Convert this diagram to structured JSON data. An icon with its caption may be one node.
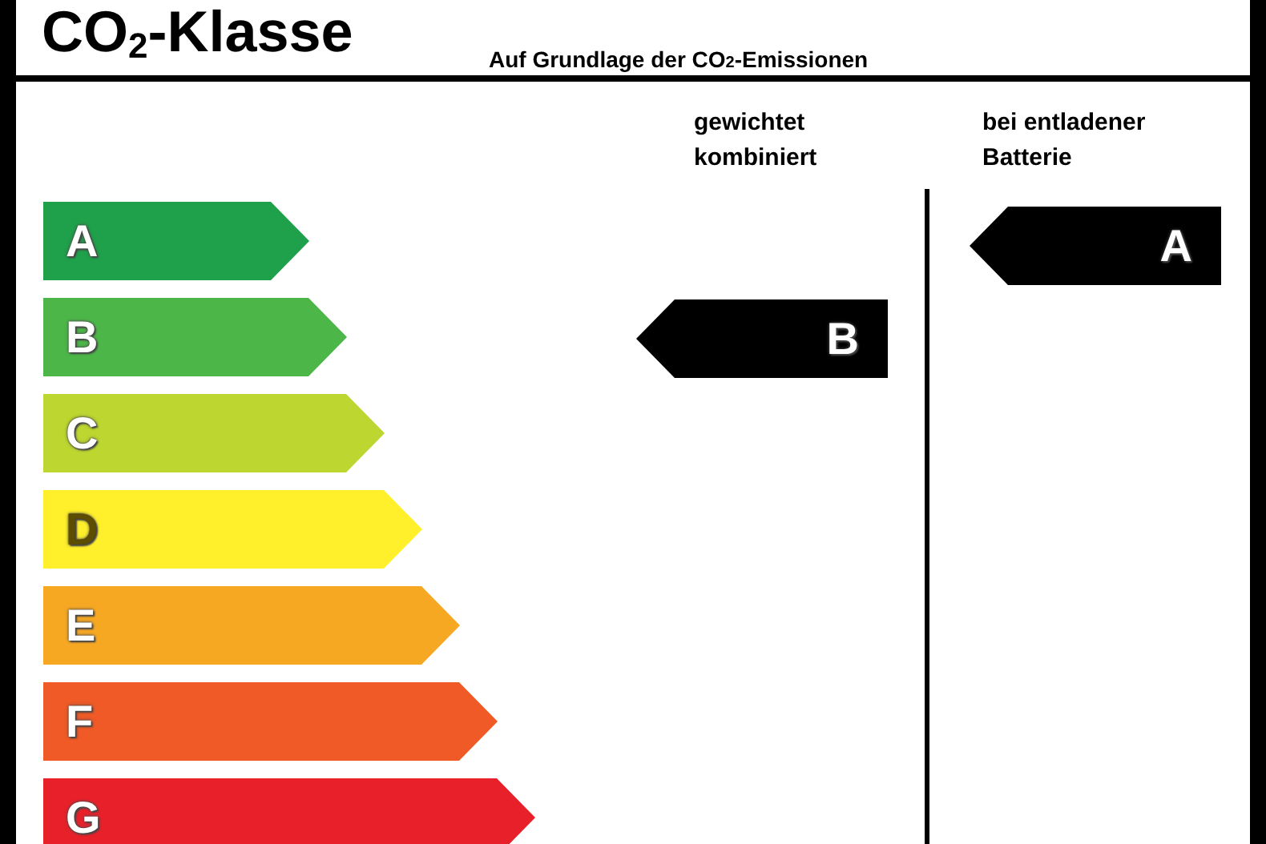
{
  "diagram": {
    "title": "CO$_{2}$-Klasse",
    "caption": "Auf Grundlage der CO$_{2}$-Emissionen",
    "nodes": [
      {
        "text": [
          "A"
        ]
      },
      {
        "text": [
          "B"
        ]
      },
      {
        "text": [
          "C"
        ]
      },
      {
        "text": [
          "D"
        ]
      },
      {
        "text": [
          "E"
        ]
      },
      {
        "text": [
          "F"
        ]
      },
      {
        "text": [
          "G"
        ]
      },
      {
        "text": [
          "B"
        ]
      },
      {
        "text": [
          "A"
        ]
      }
    ],
    "labels": [
      "gewichtet kombiniert",
      "bei entladener Batterie"
    ]
  }
}
